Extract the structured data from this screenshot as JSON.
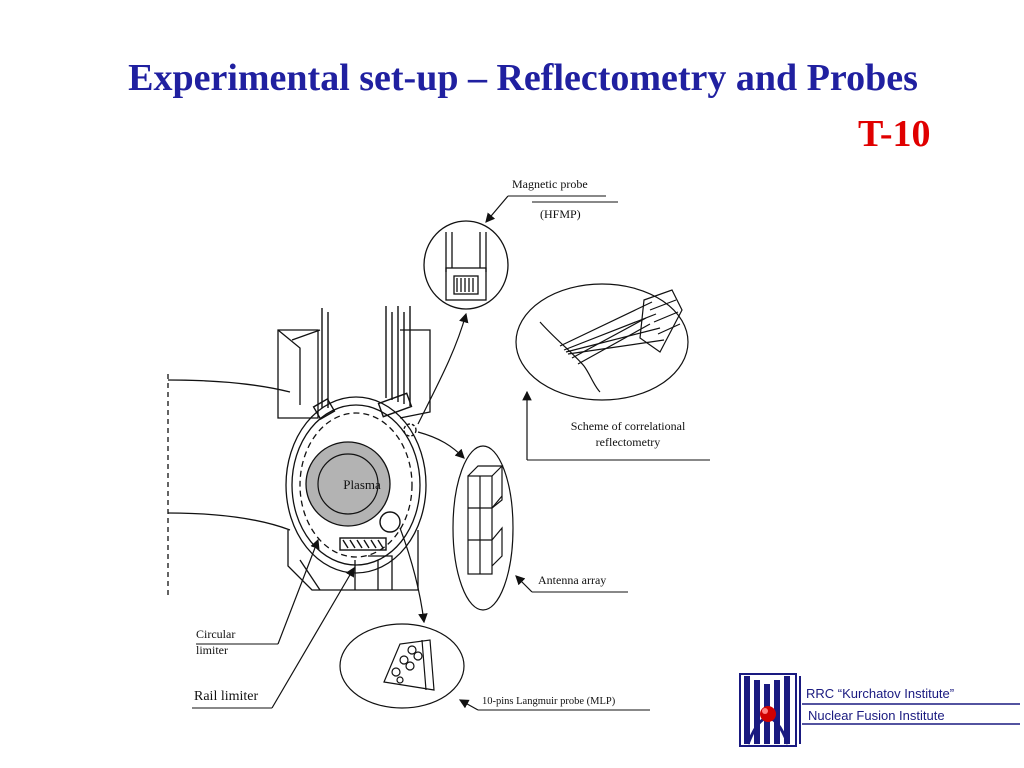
{
  "slide": {
    "title": "Experimental set-up – Reflectometry and Probes",
    "subtitle": "T-10"
  },
  "labels": {
    "magnetic_probe": "Magnetic probe",
    "hfmp": "(HFMP)",
    "scheme_line1": "Scheme of correlational",
    "scheme_line2": "reflectometry",
    "plasma": "Plasma",
    "antenna_array": "Antenna array",
    "circular_limiter_line1": "Circular",
    "circular_limiter_line2": "limiter",
    "rail_limiter": "Rail limiter",
    "langmuir_probe": "10-pins Langmuir probe (MLP)"
  },
  "logo": {
    "line1": "RRC “Kurchatov Institute”",
    "line2": "Nuclear Fusion Institute"
  },
  "colors": {
    "title": "#2020a0",
    "subtitle": "#e00000",
    "plasma_fill": "#b3b3b3",
    "logo_blue": "#1a1a80",
    "logo_red": "#d00000"
  }
}
